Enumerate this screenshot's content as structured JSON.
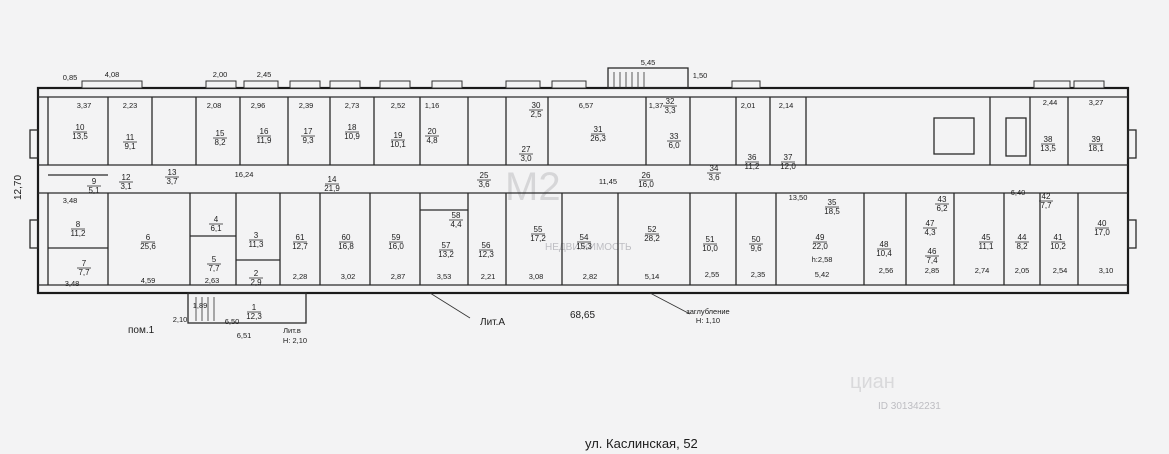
{
  "plan": {
    "pom_label": "пом.1",
    "lit_a": "Лит.А",
    "lit_v": "Лит.в",
    "lit_v_h": "Н: 2,10",
    "zaglublenie": "заглубление",
    "zaglublenie_h": "Н: 1,10",
    "height_49": "h:2,58",
    "overall_length": "68,65",
    "overall_width": "12,70",
    "address": "ул. Каслинская, 52"
  },
  "dims": {
    "top_085": "0,85",
    "top_408": "4,08",
    "top_200": "2,00",
    "top_245": "2,45",
    "top_545": "5,45",
    "top_150": "1,50",
    "d_337": "3,37",
    "d_223": "2,23",
    "d_208": "2,08",
    "d_296": "2,96",
    "d_239": "2,39",
    "d_273": "2,73",
    "d_252": "2,52",
    "d_116": "1,16",
    "d_657": "6,57",
    "d_137": "1,37",
    "d_201": "2,01",
    "d_214": "2,14",
    "d_244": "2,44",
    "d_327": "3,27",
    "d_1624": "16,24",
    "d_1145": "11,45",
    "d_1350": "13,50",
    "d_640": "6,40",
    "b_348t": "3,48",
    "b_348b": "3,48",
    "b_459": "4,59",
    "b_263": "2,63",
    "b_228": "2,28",
    "b_302": "3,02",
    "b_287": "2,87",
    "b_353": "3,53",
    "b_221": "2,21",
    "b_308": "3,08",
    "b_282": "2,82",
    "b_514": "5,14",
    "b_255": "2,55",
    "b_235": "2,35",
    "b_542": "5,42",
    "b_256": "2,56",
    "b_285": "2,85",
    "b_274": "2,74",
    "b_205": "2,05",
    "b_254": "2,54",
    "b_310": "3,10",
    "e_210": "2,10",
    "e_189": "1,89",
    "e_650": "6,50",
    "e_651": "6,51"
  },
  "rooms": [
    {
      "n": "10",
      "a": "13,5"
    },
    {
      "n": "11",
      "a": "9,1"
    },
    {
      "n": "15",
      "a": "8,2"
    },
    {
      "n": "16",
      "a": "11,9"
    },
    {
      "n": "17",
      "a": "9,3"
    },
    {
      "n": "18",
      "a": "10,9"
    },
    {
      "n": "19",
      "a": "10,1"
    },
    {
      "n": "20",
      "a": "4,8"
    },
    {
      "n": "30",
      "a": "2,5"
    },
    {
      "n": "31",
      "a": "26,3"
    },
    {
      "n": "32",
      "a": "3,3"
    },
    {
      "n": "33",
      "a": "6,0"
    },
    {
      "n": "36",
      "a": "11,2"
    },
    {
      "n": "37",
      "a": "12,0"
    },
    {
      "n": "38",
      "a": "13,5"
    },
    {
      "n": "39",
      "a": "18,1"
    },
    {
      "n": "9",
      "a": "5,1"
    },
    {
      "n": "12",
      "a": "3,1"
    },
    {
      "n": "13",
      "a": "3,7"
    },
    {
      "n": "14",
      "a": "21,9"
    },
    {
      "n": "25",
      "a": "3,6"
    },
    {
      "n": "26",
      "a": "16,0"
    },
    {
      "n": "27",
      "a": "3,0"
    },
    {
      "n": "34",
      "a": "3,6"
    },
    {
      "n": "35",
      "a": "18,5"
    },
    {
      "n": "42",
      "a": "7,7"
    },
    {
      "n": "43",
      "a": "6,2"
    },
    {
      "n": "8",
      "a": "11,2"
    },
    {
      "n": "7",
      "a": "7,7"
    },
    {
      "n": "6",
      "a": "25,6"
    },
    {
      "n": "4",
      "a": "6,1"
    },
    {
      "n": "5",
      "a": "7,7"
    },
    {
      "n": "3",
      "a": "11,3"
    },
    {
      "n": "2",
      "a": "2,9"
    },
    {
      "n": "61",
      "a": "12,7"
    },
    {
      "n": "60",
      "a": "16,8"
    },
    {
      "n": "59",
      "a": "16,0"
    },
    {
      "n": "58",
      "a": "4,4"
    },
    {
      "n": "57",
      "a": "13,2"
    },
    {
      "n": "56",
      "a": "12,3"
    },
    {
      "n": "55",
      "a": "17,2"
    },
    {
      "n": "54",
      "a": "15,3"
    },
    {
      "n": "52",
      "a": "28,2"
    },
    {
      "n": "51",
      "a": "10,0"
    },
    {
      "n": "50",
      "a": "9,6"
    },
    {
      "n": "49",
      "a": "22,0"
    },
    {
      "n": "48",
      "a": "10,4"
    },
    {
      "n": "47",
      "a": "4,3"
    },
    {
      "n": "46",
      "a": "7,4"
    },
    {
      "n": "45",
      "a": "11,1"
    },
    {
      "n": "44",
      "a": "8,2"
    },
    {
      "n": "41",
      "a": "10,2"
    },
    {
      "n": "40",
      "a": "17,0"
    },
    {
      "n": "1",
      "a": "12,3"
    }
  ],
  "watermark": {
    "logo": "M2",
    "agency_ru": "НЕДВИЖИМОСТЬ",
    "brand": "циан",
    "id_text": "ID 301342231"
  },
  "colors": {
    "paper": "#f3f3f4",
    "line": "#1a1a1a"
  }
}
